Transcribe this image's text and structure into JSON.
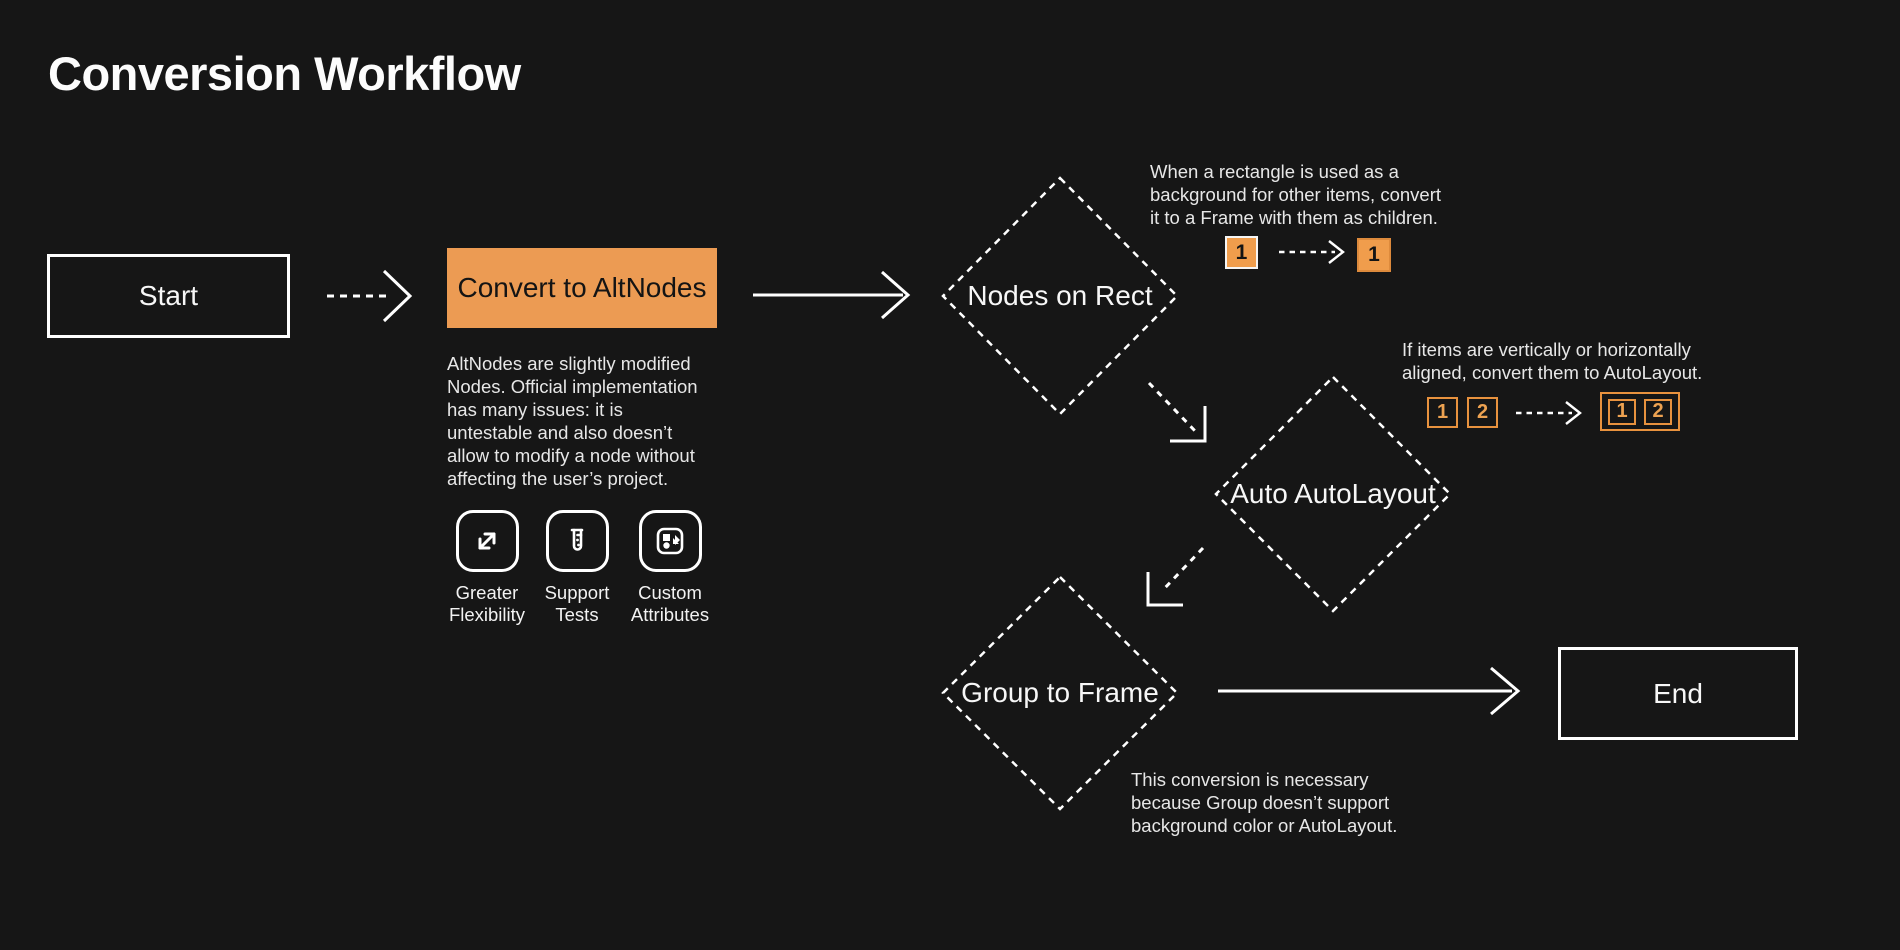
{
  "title": "Conversion Workflow",
  "colors": {
    "background": "#161616",
    "accent_orange": "#ec9b53",
    "badge_orange": "#f09d4c",
    "outline_orange": "#e8923e",
    "stroke_white": "#ffffff",
    "text_light": "#e7e7e7"
  },
  "nodes": {
    "start": {
      "label": "Start"
    },
    "convert": {
      "label": "Convert to AltNodes",
      "description": "AltNodes are slightly modified\nNodes. Official implementation\nhas many issues: it is\nuntestable and also doesn’t\nallow to modify a node without\naffecting the user’s project."
    },
    "nodes_on_rect": {
      "label": "Nodes on Rect"
    },
    "auto_autolayout": {
      "label": "Auto AutoLayout"
    },
    "group_to_frame": {
      "label": "Group to Frame"
    },
    "end": {
      "label": "End"
    }
  },
  "features": [
    {
      "icon": "expand-icon",
      "label": "Greater\nFlexibility"
    },
    {
      "icon": "test-tube-icon",
      "label": "Support\nTests"
    },
    {
      "icon": "shapes-icon",
      "label": "Custom\nAttributes"
    }
  ],
  "annotations": {
    "nodes_on_rect": {
      "text": "When a rectangle is used as a\nbackground for other items, convert\nit to a Frame with them as children.",
      "before_badge": "1",
      "after_badge": "1"
    },
    "auto_autolayout": {
      "text": "If items are vertically or horizontally\naligned, convert them to AutoLayout.",
      "before_badges": [
        "1",
        "2"
      ],
      "after_badges": [
        "1",
        "2"
      ]
    },
    "group_to_frame": {
      "text": "This conversion is necessary\nbecause Group doesn’t support\nbackground color or AutoLayout."
    }
  }
}
